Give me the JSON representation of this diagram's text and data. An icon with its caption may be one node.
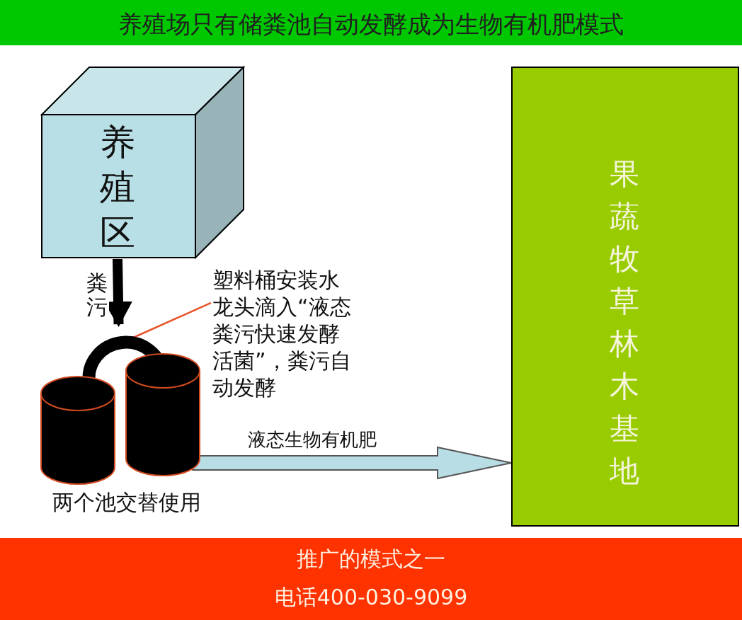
{
  "diagram": {
    "title": "养殖场只有储粪池自动发酵成为生物有机肥模式",
    "nodes": [
      {
        "text": [
          "养殖区"
        ]
      },
      {
        "text": [],
        "shape": "cylinder",
        "beside": [
          "两个池交替使用"
        ]
      },
      {
        "text": [
          "果蔬牧草林木基地"
        ]
      },
      {
        "text": [
          "塑料桶安装水龙头滴入“液态粪污快速发酵活菌”，粪污自动发酵"
        ]
      }
    ],
    "edges": [
      {
        "from": 0,
        "to": 1,
        "arrow": "to",
        "label": "粪污",
        "style": "thick"
      },
      {
        "from": 1,
        "to": 2,
        "arrow": "to",
        "label": "液态生物有机肥",
        "color": "#b8dde4"
      },
      {
        "from": 3,
        "to": 1,
        "arrow": "to",
        "color": "#e8542a"
      }
    ],
    "labels": [
      "推广的模式之一",
      "电话400-030-9099"
    ]
  }
}
